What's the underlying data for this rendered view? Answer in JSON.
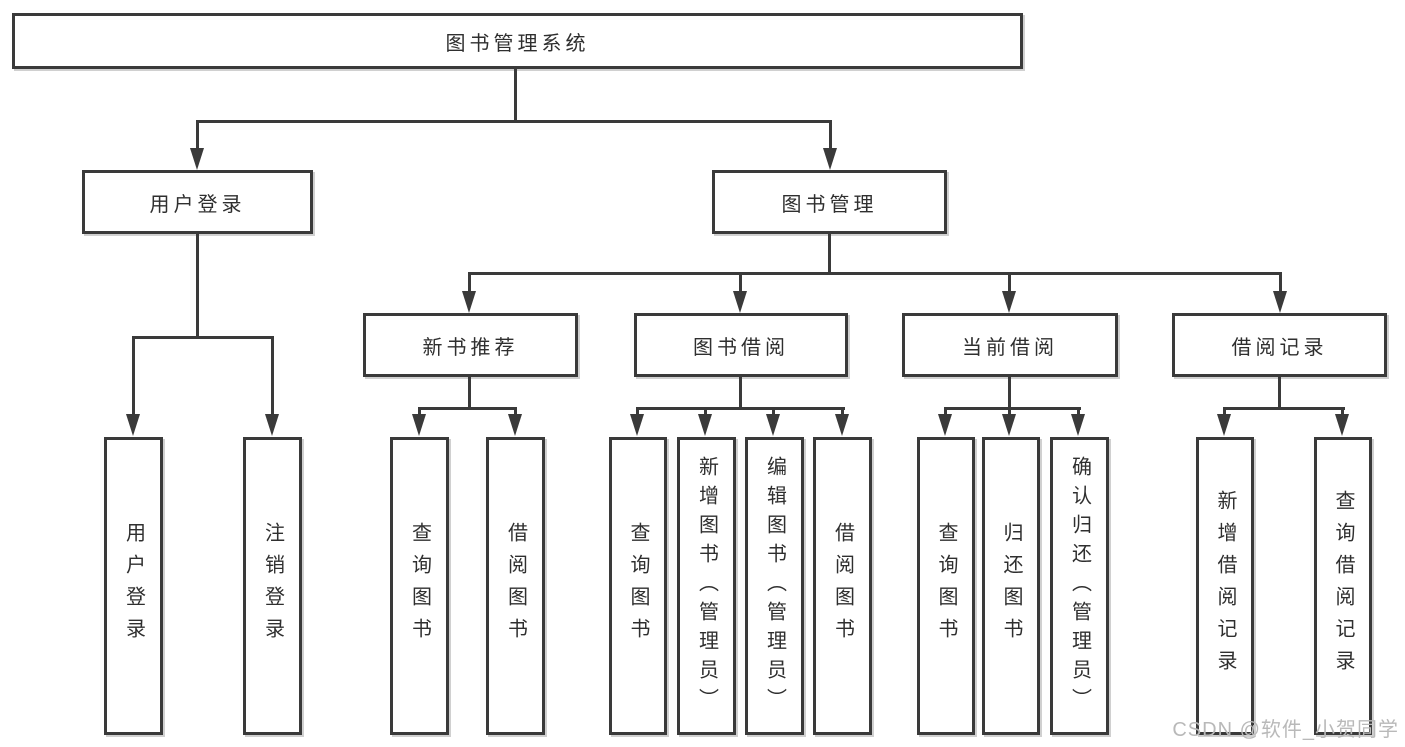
{
  "diagram": {
    "title": "图书管理系统",
    "root": {
      "label": "图书管理系统"
    },
    "level2": [
      {
        "label": "用户登录"
      },
      {
        "label": "图书管理"
      }
    ],
    "level3": [
      {
        "label": "新书推荐"
      },
      {
        "label": "图书借阅"
      },
      {
        "label": "当前借阅"
      },
      {
        "label": "借阅记录"
      }
    ],
    "leaf_groups": [
      {
        "parent": "用户登录",
        "items": [
          {
            "label": "用户登录"
          },
          {
            "label": "注销登录"
          }
        ]
      },
      {
        "parent": "新书推荐",
        "items": [
          {
            "label": "查询图书"
          },
          {
            "label": "借阅图书"
          }
        ]
      },
      {
        "parent": "图书借阅",
        "items": [
          {
            "label": "查询图书"
          },
          {
            "label": "新增图书（管理员）"
          },
          {
            "label": "编辑图书（管理员）"
          },
          {
            "label": "借阅图书"
          }
        ]
      },
      {
        "parent": "当前借阅",
        "items": [
          {
            "label": "查询图书"
          },
          {
            "label": "归还图书"
          },
          {
            "label": "确认归还（管理员）"
          }
        ]
      },
      {
        "parent": "借阅记录",
        "items": [
          {
            "label": "新增借阅记录"
          },
          {
            "label": "查询借阅记录"
          }
        ]
      }
    ]
  },
  "watermark": {
    "text": "CSDN @软件_小贺同学"
  },
  "colors": {
    "line": "#3a3a3a",
    "text": "#2f2f2f",
    "background": "#ffffff",
    "watermark": "#b9b9b9"
  }
}
